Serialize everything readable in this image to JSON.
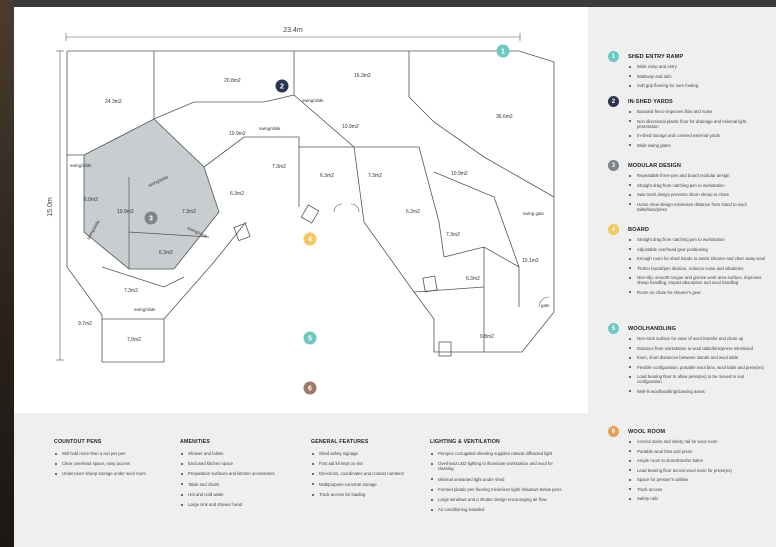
{
  "plan": {
    "width_dim": "23.4m",
    "height_dim": "15.0m",
    "rooms": [
      "24.3m2",
      "20.8m2",
      "16.3m2",
      "36.6m2",
      "10.9m2",
      "10.9m2",
      "7.3m2",
      "6.3m2",
      "6.3m2",
      "7.3m2",
      "6.0m2",
      "10.9m2",
      "7.3m2",
      "6.3m2",
      "10.9m2",
      "6.3m2",
      "7.3m2",
      "10.1m2",
      "6.3m2",
      "7.3m2",
      "9.7m2",
      "7.0m2",
      "9.8m2"
    ],
    "labels": {
      "swing_slide": "swing/slide",
      "swing_gate": "swing gate",
      "gate": "gate",
      "swing_gate_vert": "swing gate"
    },
    "markers": [
      "1",
      "2",
      "3",
      "4",
      "5",
      "6"
    ]
  },
  "colors": {
    "teal": "#6cc9c0",
    "navy": "#2b3450",
    "grey": "#7d8589",
    "yellow": "#f5c85a",
    "orange": "#e8a14e",
    "brown": "#9b7a6a",
    "pen_fill": "#c8cdd0"
  },
  "sections": [
    {
      "num": "1",
      "color": "#6cc9c0",
      "title": "SHED ENTRY RAMP",
      "items": [
        "Wide ramp and entry",
        "Walkway and rails",
        "Soft grip flooring for sure footing"
      ]
    },
    {
      "num": "2",
      "color": "#2b3450",
      "title": "IN-SHED YARDS",
      "items": [
        "Boarded fence improves flow and noise",
        "Non directional plastic floor for drainage and minimal light penetration",
        "In-shed storage and covered external yards",
        "Wide swing gates"
      ]
    },
    {
      "num": "3",
      "color": "#7d8589",
      "title": "MODULAR DESIGN",
      "items": [
        "Repeatable three pen and board modular design",
        "Straight drag from catching pen to workstation",
        "Saw tooth design prevents shorn sheep to chute",
        "Horse shoe design minimises distance from stand to wool table/bins/press"
      ]
    },
    {
      "num": "4",
      "color": "#f5c85a",
      "title": "BOARD",
      "items": [
        "Straight drag from catching pen to workstation",
        "Adjustable overhead gear positioning",
        "Enough room for shed hands to assist shearer and clear away wool",
        "Timber board/pen division, reduces noise and vibrations",
        "Non-slip, smooth tongue and groove work area surface, improves sheep handling, impact absorption and wool handling",
        "Room on chute for shearer's gear"
      ]
    },
    {
      "num": "5",
      "color": "#6cc9c0",
      "title": "WOOLHANDLING",
      "items": [
        "Non-stick surface for ease of wool transfer and clean up",
        "Distance from workstation to wool table/bins/press minimised",
        "Even, short distances between stands and wool table",
        "Flexible configuration, portable wool bins, wool table and press(es)",
        "Load bearing floor to allow press(es) to be moved to suit configuration",
        "Well-lit woolhandling/classing areas"
      ]
    },
    {
      "num": "6",
      "color": "#e8a14e",
      "title": "WOOL ROOM",
      "items": [
        "Access stairs and safety rail for wool room",
        "Portable wool bins and press",
        "Ample room to store/transfer bales",
        "Lead bearing floor across wool room for press(es)",
        "Space for presser's utilities",
        "Truck access",
        "Safety rails"
      ]
    }
  ],
  "bottom": [
    {
      "title": "COUNTOUT PENS",
      "items": [
        "Will hold more than a run per pen",
        "Clear overhead space, easy access",
        "Undercover sheep storage under wool room"
      ]
    },
    {
      "title": "AMENITIES",
      "items": [
        "Shower and toilets",
        "Enclosed kitchen space",
        "Preparation surfaces and kitchen accessories",
        "Table and chairs",
        "Hot and cold water",
        "Large sink and shower head"
      ]
    },
    {
      "title": "GENERAL FEATURES",
      "items": [
        "Shed safety signage",
        "First aid kit kept on site",
        "Directions, coordinates and contact numbers",
        "Multipurpose concrete storage",
        "Truck access for loading"
      ]
    },
    {
      "title": "LIGHTING & VENTILATION",
      "items": [
        "Perspex corrugated sheeting supplies natural diffracted light",
        "Overhead LED lighting to illuminate workstation and wool for classing",
        "Minimal unwanted light under shed",
        "Formed plastic pen flooring minimises light/ shadows below pens",
        "Large windows and a shutter design encouraging air flow",
        "Air conditioning installed"
      ]
    }
  ]
}
